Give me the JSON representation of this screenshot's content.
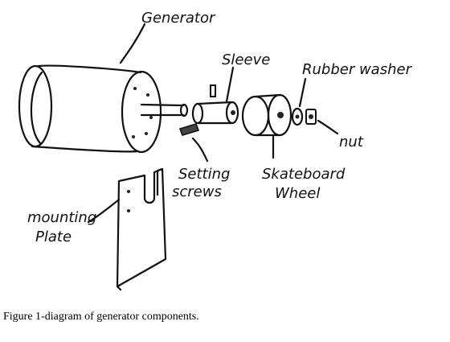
{
  "labels": {
    "generator": "Generator",
    "sleeve": "Sleeve",
    "rubber_washer": "Rubber washer",
    "nut": "nut",
    "setting_screws_line1": "Setting",
    "setting_screws_line2": "screws",
    "skateboard_wheel_line1": "Skateboard",
    "skateboard_wheel_line2": "Wheel",
    "mounting_plate_line1": "mounting",
    "mounting_plate_line2": "Plate"
  },
  "caption": "Figure 1-diagram of generator components."
}
